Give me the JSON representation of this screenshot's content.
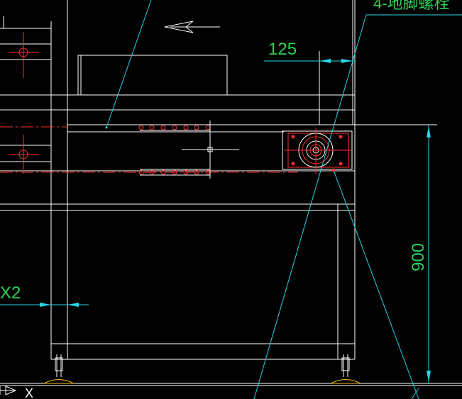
{
  "dimensions": {
    "width_125": "125",
    "height_900": "900",
    "left_label": "X2",
    "top_note": "4-地脚螺栓"
  },
  "ucs": {
    "x_axis_label": "X"
  },
  "colors": {
    "background": "#000000",
    "frame": "#ffffff",
    "leader": "#25d6e8",
    "centerline": "#ff2b2b",
    "dim_text": "#2bd45a",
    "foot": "#f0c020"
  }
}
